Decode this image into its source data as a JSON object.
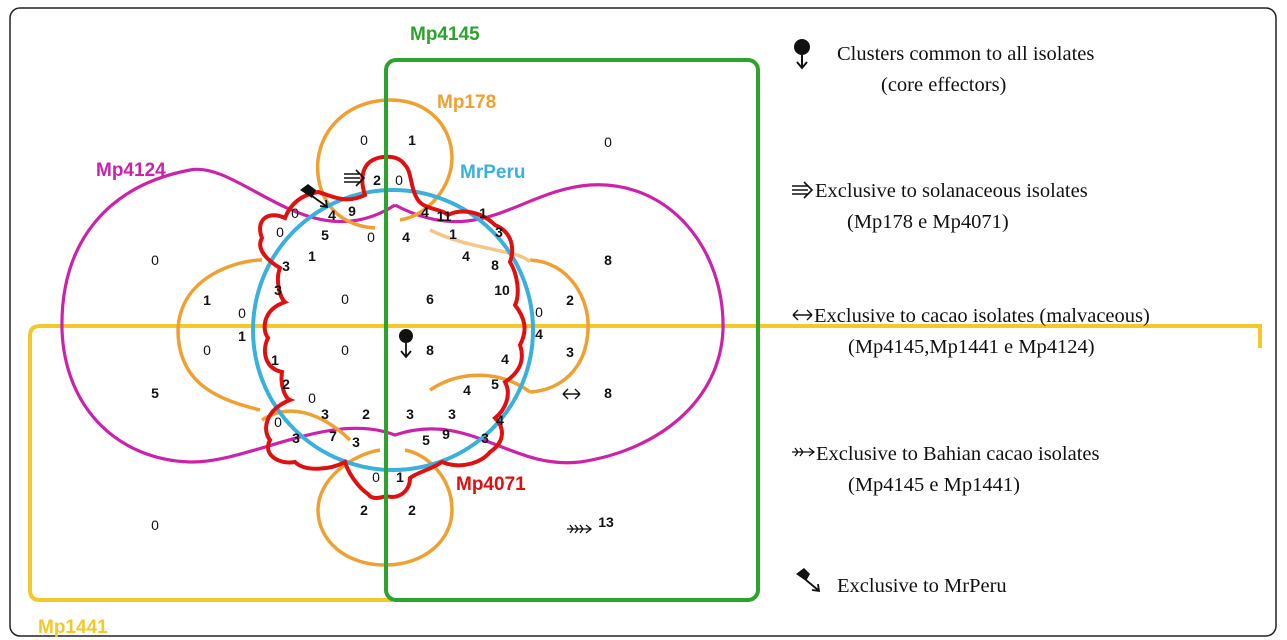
{
  "sets": {
    "mp4145": {
      "label": "Mp4145",
      "color": "#2ca32c"
    },
    "mp178": {
      "label": "Mp178",
      "color": "#f0a030"
    },
    "mrperu": {
      "label": "MrPeru",
      "color": "#3ab0dc"
    },
    "mp4124": {
      "label": "Mp4124",
      "color": "#cc22aa"
    },
    "mp4071": {
      "label": "Mp4071",
      "color": "#e01010"
    },
    "mp1441": {
      "label": "Mp1441",
      "color": "#f2c82a"
    }
  },
  "counts": {
    "mp4145_only": "0",
    "mp178_top_left": "0",
    "mp178_top_right": "1",
    "sol_exclusive": "2",
    "mp4071_top_right": "0",
    "mrperu_exclusive": "4",
    "red_top_9": "9",
    "red_top_0a": "0",
    "red_top_0b": "0",
    "red_top_5": "5",
    "mid_top_0": "0",
    "mid_top_4": "4",
    "r_4": "4",
    "r_11": "11",
    "r_1a": "1",
    "r_1b": "1",
    "r_3a": "3",
    "r_4b": "4",
    "r_8": "8",
    "r_10": "10",
    "r_2": "2",
    "mp4124_left": "0",
    "orange_left_3a": "3",
    "orange_left_3b": "3",
    "orange_left_1": "1",
    "orange_left_1b": "1",
    "red_left_0": "0",
    "red_left_1": "1",
    "orange_left_0": "0",
    "center_0a": "0",
    "center_0b": "0",
    "center_6": "6",
    "core": "8",
    "mp4145_right_8": "8",
    "right_0": "0",
    "right_4": "4",
    "right_3": "3",
    "right_4b": "4",
    "right_5": "5",
    "right_4c": "4",
    "cacao_exclusive": "8",
    "mp1441_left_5": "5",
    "bl_1": "1",
    "bl_2": "2",
    "bl_0": "0",
    "bl_0b": "0",
    "bl_3": "3",
    "bl_7": "7",
    "bl_3b": "3",
    "bl_3c": "3",
    "bl_2b": "2",
    "bm_3": "3",
    "bm_3b": "3",
    "bm_9": "9",
    "bm_5": "5",
    "bm_3c": "3",
    "bm_4": "4",
    "bot_0": "0",
    "bot_1": "1",
    "bot_2a": "2",
    "bot_2b": "2",
    "mp1441_only": "0",
    "bahian_exclusive": "13"
  },
  "legend": {
    "core_line1": "Clusters common to all isolates",
    "core_line2": "(core effectors)",
    "sol_line1": "Exclusive to solanaceous isolates",
    "sol_line2": "(Mp178 e Mp4071)",
    "cacao_line1": "Exclusive to cacao isolates (malvaceous)",
    "cacao_line2": "(Mp4145,Mp1441 e Mp4124)",
    "bahian_line1": "Exclusive to Bahian cacao isolates",
    "bahian_line2": "(Mp4145 e Mp1441)",
    "mrperu_line1": "Exclusive to MrPeru"
  },
  "icons": {
    "core": "pin-icon",
    "solanaceous": "triple-arrow-icon",
    "cacao": "double-arrow-icon",
    "bahian": "feathered-arrow-icon",
    "mrperu": "dart-icon"
  }
}
